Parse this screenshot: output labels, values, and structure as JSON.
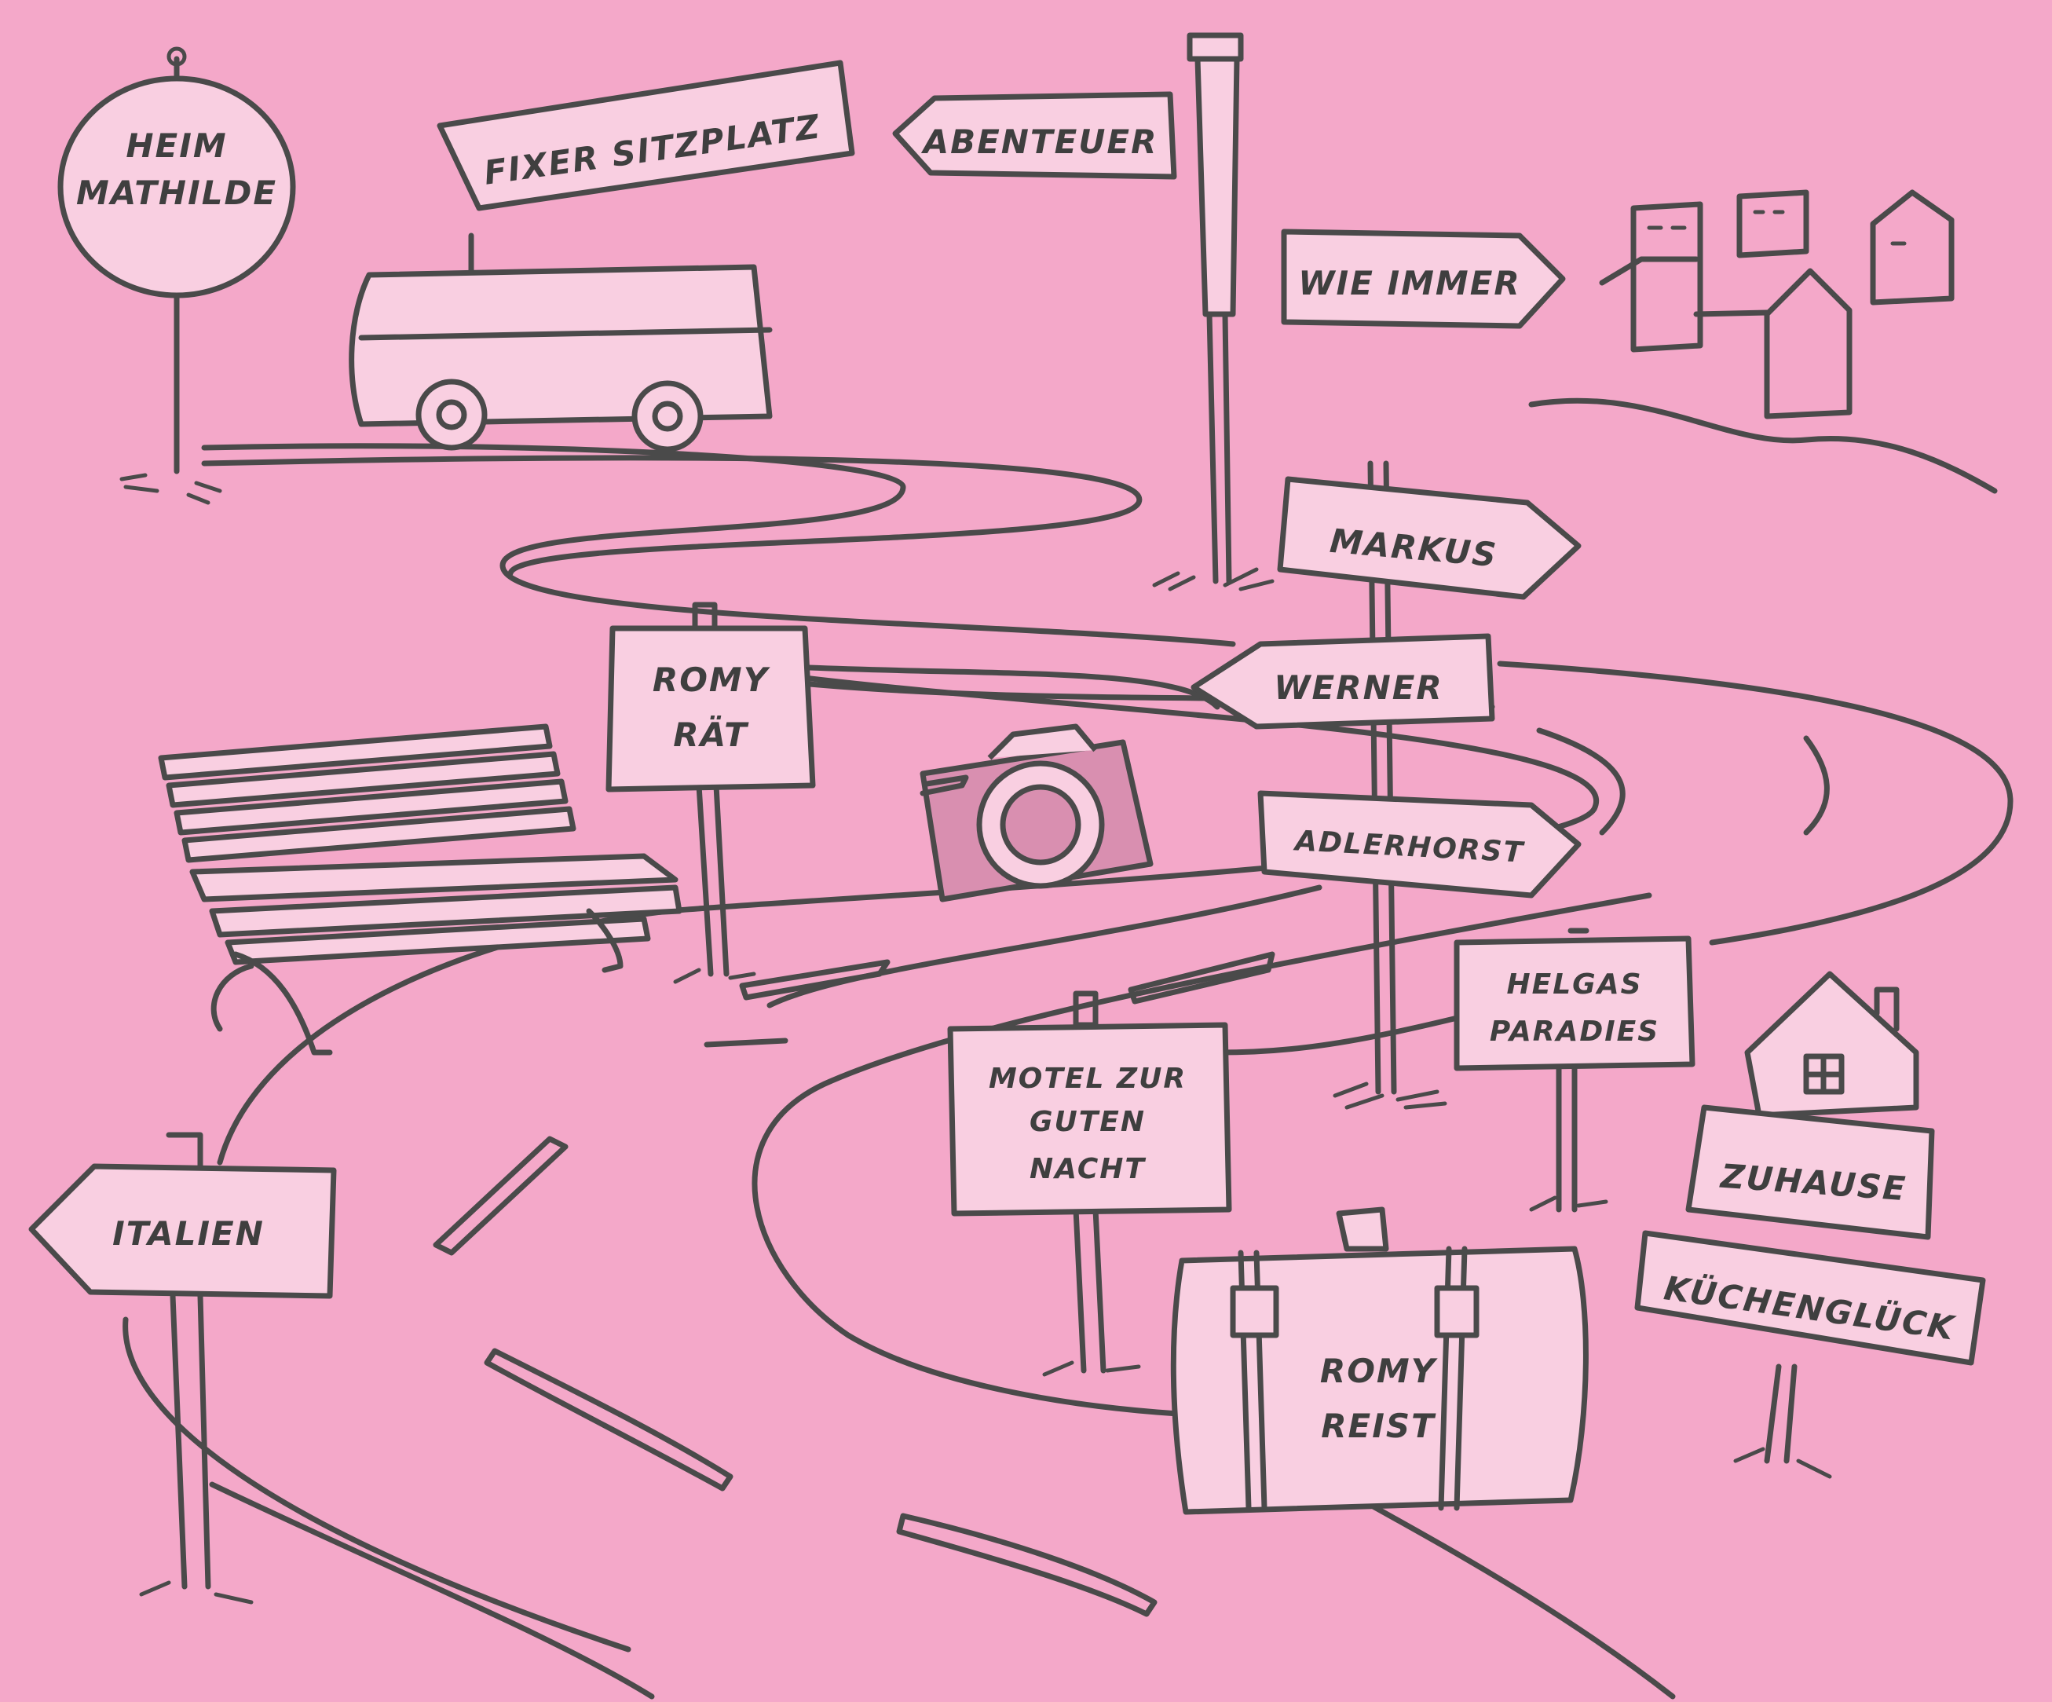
{
  "colors": {
    "background": "#f4a8c9",
    "board": "#f9cfe1",
    "ink": "#4a4a4a",
    "accent": "#d98fb0"
  },
  "signs": {
    "heim_mathilde": [
      "HEIM",
      "MATHILDE"
    ],
    "fixer_sitzplatz": "FIXER SITZPLATZ",
    "abenteuer": "ABENTEUER",
    "wie_immer": "WIE IMMER",
    "markus": "MARKUS",
    "werner": "WERNER",
    "adlerhorst": "ADLERHORST",
    "romy_raet": [
      "ROMY",
      "RÄT"
    ],
    "helgas_paradies": [
      "HELGAS",
      "PARADIES"
    ],
    "motel": [
      "MOTEL ZUR",
      "GUTEN",
      "NACHT"
    ],
    "italien": "ITALIEN",
    "zuhause": "ZUHAUSE",
    "kuechenglueck": "KÜCHENGLÜCK",
    "romy_reist": [
      "ROMY",
      "REIST"
    ]
  },
  "icons": [
    "bus-icon",
    "camera-icon",
    "bench-icon",
    "suitcase-icon",
    "house-icon",
    "town-icon"
  ]
}
